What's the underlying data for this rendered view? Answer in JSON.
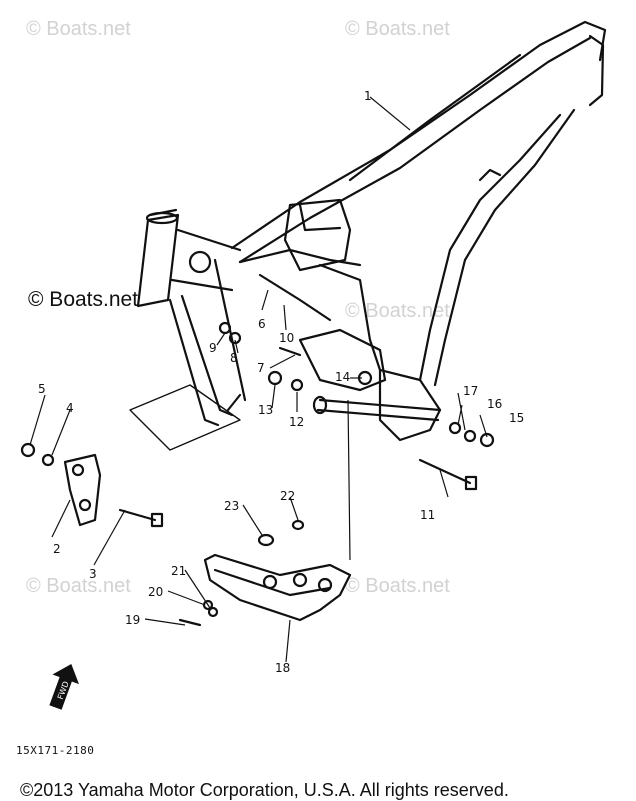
{
  "watermarks": {
    "top_left": "© Boats.net",
    "top_right": "© Boats.net",
    "left_mid": "© Boats.net",
    "mid": "© Boats.net",
    "bottom_left": "© Boats.net",
    "bottom_right": "© Boats.net"
  },
  "callouts": [
    "1",
    "2",
    "3",
    "4",
    "5",
    "6",
    "7",
    "8",
    "9",
    "10",
    "11",
    "12",
    "13",
    "14",
    "15",
    "16",
    "17",
    "18",
    "19",
    "20",
    "21",
    "22",
    "23"
  ],
  "fwd_badge": "FWD",
  "drawing_code": "15X171-2180",
  "copyright": "©2013 Yamaha Motor Corporation, U.S.A. All rights reserved."
}
